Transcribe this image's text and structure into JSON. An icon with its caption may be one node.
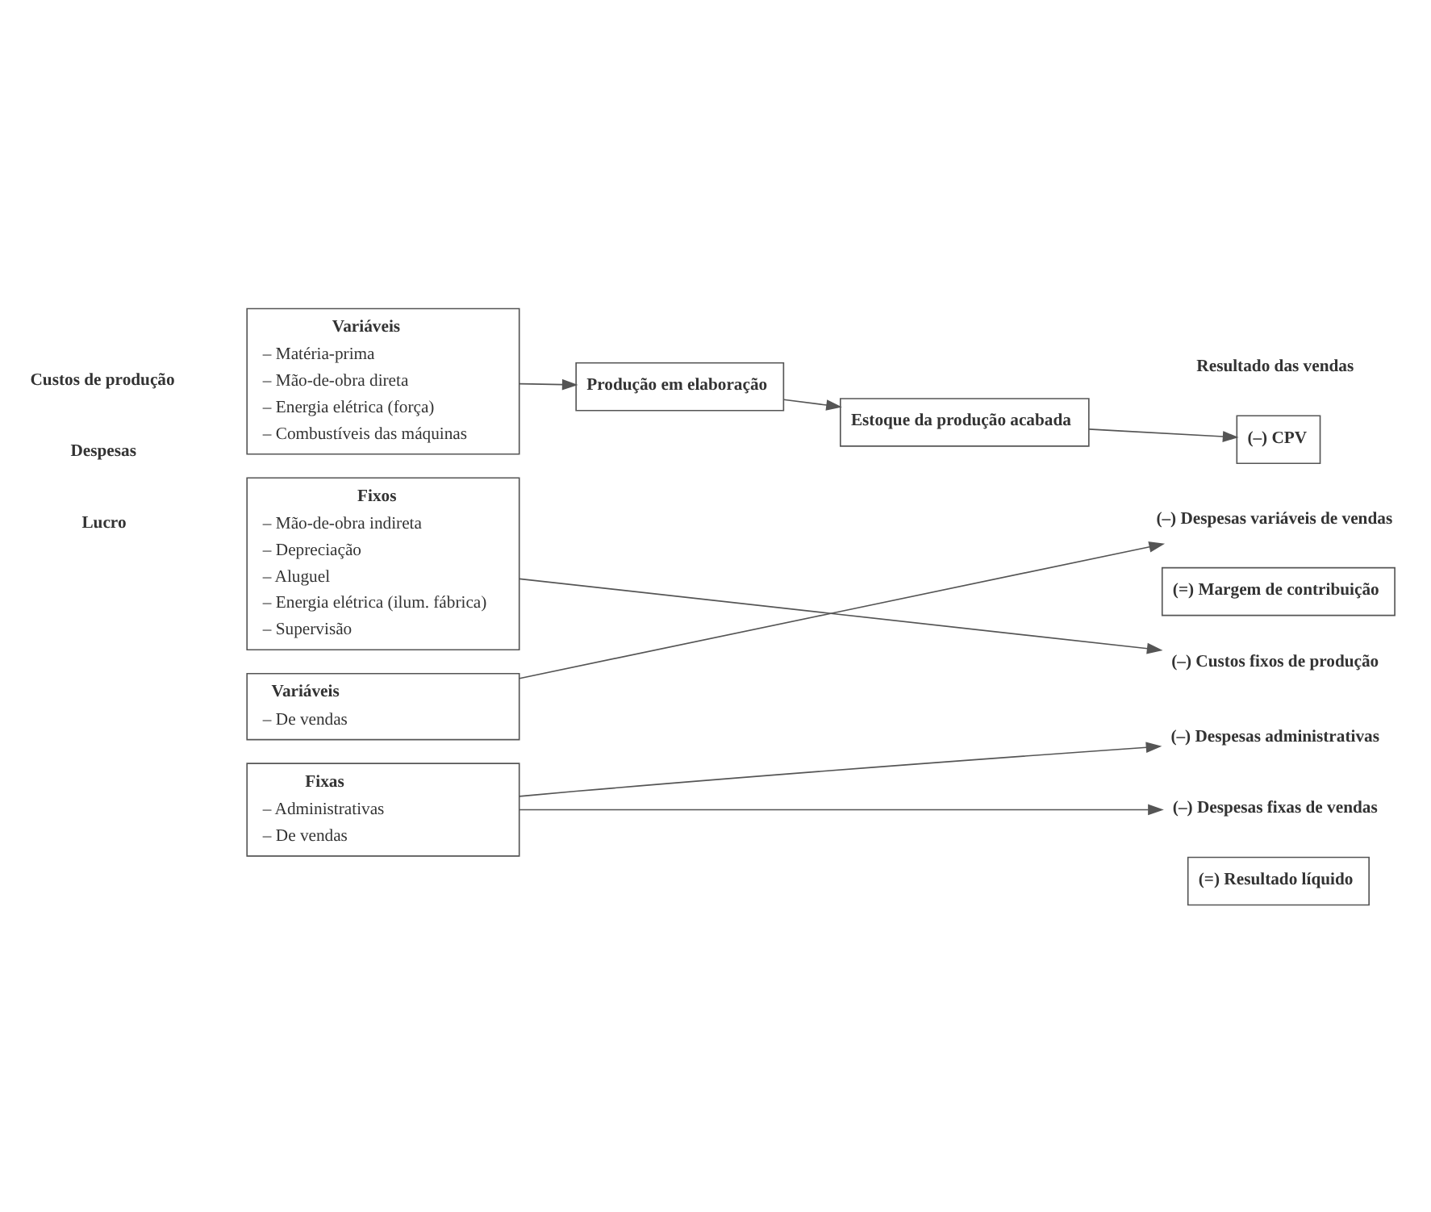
{
  "diagram": {
    "nodes": [
      {
        "text": [
          "Variáveis",
          "– Matéria-prima",
          "– Mão-de-obra direta",
          "– Energia elétrica (força)",
          "– Combustíveis das máquinas"
        ]
      },
      {
        "text": [
          "Fixos",
          "– Mão-de-obra indireta",
          "– Depreciação",
          "– Aluguel",
          "– Energia elétrica (ilum. fábrica)",
          "– Supervisão"
        ]
      },
      {
        "text": [
          "Produção em elaboração"
        ]
      },
      {
        "text": [
          "Estoque da produção acabada"
        ]
      },
      {
        "text": [
          "(–) CPV"
        ]
      },
      {
        "text": [
          "(–) Despesas variáveis de vendas"
        ]
      },
      {
        "text": [
          "(=) Margem de contribuição"
        ]
      },
      {
        "text": [
          "(–) Custos fixos de produção"
        ]
      },
      {
        "text": [
          "Variáveis",
          "– De vendas"
        ]
      },
      {
        "text": [
          "Fixas",
          "– Administrativas",
          "– De vendas"
        ]
      },
      {
        "text": [
          "(–) Despesas administrativas"
        ]
      },
      {
        "text": [
          "(–) Despesas fixas de vendas"
        ]
      },
      {
        "text": [
          "(=) Resultado líquido"
        ]
      }
    ],
    "edges": [
      {
        "from": 0,
        "to": 2,
        "arrow": "to"
      },
      {
        "from": 2,
        "to": 3,
        "arrow": "to"
      },
      {
        "from": 3,
        "to": 4,
        "arrow": "to"
      },
      {
        "from": 1,
        "to": 7,
        "arrow": "to"
      },
      {
        "from": 8,
        "to": 5,
        "arrow": "to"
      },
      {
        "from": 9,
        "to": 10,
        "arrow": "to"
      },
      {
        "from": 9,
        "to": 11,
        "arrow": "to"
      }
    ],
    "labels": [
      "Custos de produção",
      "Resultado das vendas",
      "Despesas",
      "Lucro"
    ]
  }
}
